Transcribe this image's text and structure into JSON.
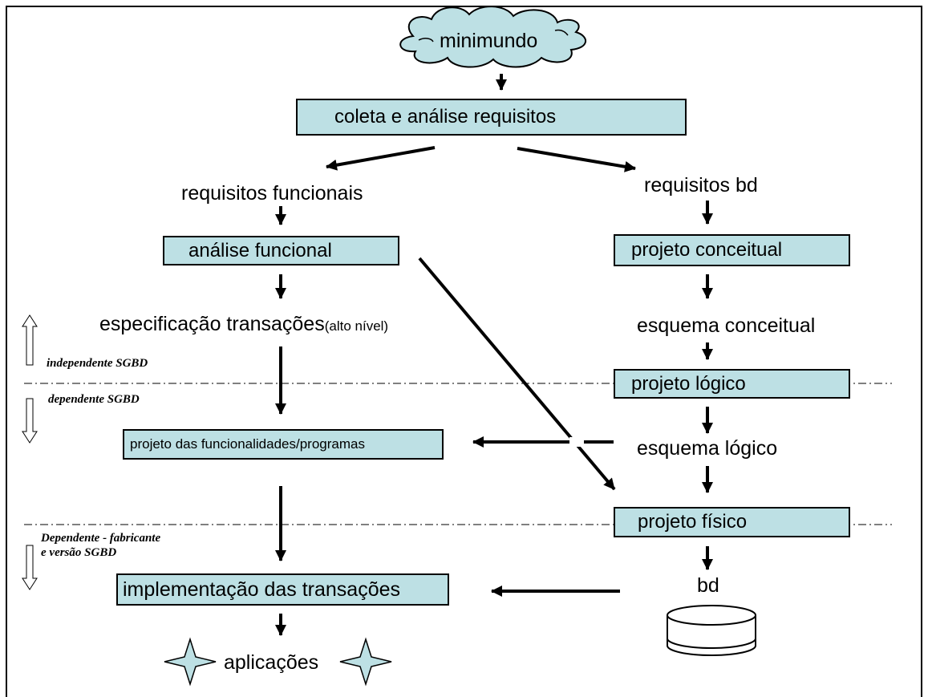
{
  "nodes": {
    "minimundo": "minimundo",
    "coleta": "coleta e análise requisitos",
    "req_funcionais": "requisitos funcionais",
    "req_bd": "requisitos bd",
    "analise_funcional": "análise funcional",
    "projeto_conceitual": "projeto conceitual",
    "especificacao": "especificação transações",
    "especificacao_sub": "(alto nível)",
    "esquema_conceitual": "esquema conceitual",
    "projeto_logico": "projeto lógico",
    "projeto_funcionalidades": "projeto das funcionalidades/programas",
    "esquema_logico": "esquema lógico",
    "projeto_fisico": "projeto físico",
    "implementacao": "implementação das transações",
    "bd": "bd",
    "aplicacoes": "aplicações"
  },
  "notes": {
    "independente": "independente SGBD",
    "dependente": "dependente SGBD",
    "fabricante_line1": "Dependente - fabricante",
    "fabricante_line2": "e versão SGBD"
  },
  "colors": {
    "box_fill": "#bde0e4",
    "stroke": "#000000"
  }
}
